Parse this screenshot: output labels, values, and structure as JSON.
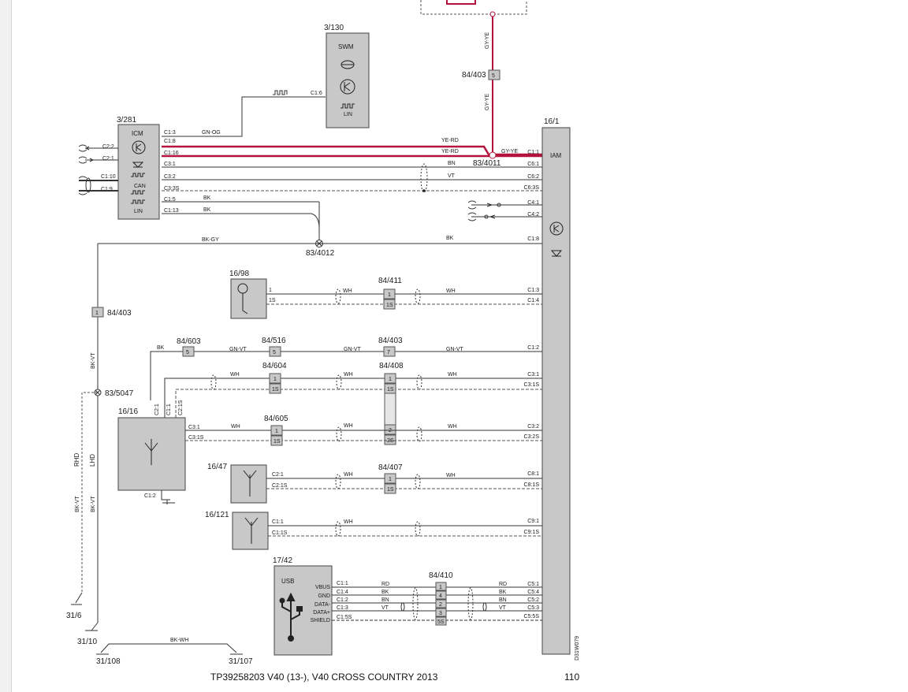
{
  "footer": {
    "doc": "TP39258203 V40 (13-), V40 CROSS COUNTRY 2013",
    "page": "110"
  },
  "drawing_code": "D31W079",
  "components": {
    "swm": {
      "ref": "3/130",
      "name": "SWM",
      "pin": "C1:6",
      "bus": "LIN"
    },
    "icm": {
      "ref": "3/281",
      "name": "ICM",
      "can": "CAN",
      "lin": "LIN",
      "right_pins": [
        "C1:3",
        "C1:8",
        "C1:16",
        "C3:1",
        "C3:2",
        "C3:3S",
        "C1:5",
        "C1:13"
      ],
      "left_pins": [
        "C2:2",
        "C2:1",
        "C1:10",
        "C1:9"
      ]
    },
    "iam": {
      "ref": "16/1",
      "name": "IAM",
      "pins": [
        "C1:1",
        "C6:1",
        "C6:2",
        "C6:3S",
        "C4:1",
        "C4:2",
        "C1:8",
        "C1:3",
        "C1:4",
        "C1:2",
        "C3:1",
        "C3:1S",
        "C3:2",
        "C3:2S",
        "C8:1",
        "C8:1S",
        "C9:1",
        "C9:1S",
        "C5:1",
        "C5:4",
        "C5:2",
        "C5:3",
        "C5:5S"
      ]
    },
    "mic": {
      "ref": "16/98",
      "p1": "1",
      "p1s": "1S"
    },
    "ant1616": {
      "ref": "16/16",
      "pins": [
        "C3:1",
        "C3:1S",
        "C2:1",
        "C1:1",
        "C2:1S",
        "C1:2"
      ]
    },
    "ant1647": {
      "ref": "16/47",
      "pins": [
        "C2:1",
        "C2:1S"
      ]
    },
    "ant16121": {
      "ref": "16/121",
      "pins": [
        "C1:1",
        "C1:1S"
      ]
    },
    "usb": {
      "ref": "17/42",
      "name": "USB",
      "pins": [
        "VBUS",
        "GND",
        "DATA-",
        "DATA+",
        "SHIELD"
      ],
      "cpins": [
        "C1:1",
        "C1:4",
        "C1:2",
        "C1:3",
        "C1:5S"
      ]
    }
  },
  "connectors": {
    "c84403a": {
      "ref": "84/403",
      "pin": "5"
    },
    "c84403b": {
      "ref": "84/403",
      "pin": "1"
    },
    "c84403c": {
      "ref": "84/403",
      "pin": "7"
    },
    "c84411": {
      "ref": "84/411",
      "pins": [
        "1",
        "1S"
      ]
    },
    "c84603": {
      "ref": "84/603",
      "pin": "5"
    },
    "c84516": {
      "ref": "84/516",
      "pin": "5"
    },
    "c84604": {
      "ref": "84/604",
      "pins": [
        "1",
        "1S"
      ]
    },
    "c84408": {
      "ref": "84/408",
      "pins": [
        "1",
        "1S",
        "2",
        "2S"
      ]
    },
    "c84605": {
      "ref": "84/605",
      "pins": [
        "1",
        "1S"
      ]
    },
    "c84407": {
      "ref": "84/407",
      "pins": [
        "1",
        "1S"
      ]
    },
    "c84410": {
      "ref": "84/410",
      "pins": [
        "1",
        "4",
        "2",
        "3",
        "5S"
      ]
    }
  },
  "splices": {
    "s834011": "83/4011",
    "s834012": "83/4012",
    "s835047": "83/5047"
  },
  "grounds": {
    "g316": "31/6",
    "g3110": "31/10",
    "g31108": "31/108",
    "g31107": "31/107"
  },
  "wires": {
    "gnog": "GN-OG",
    "yerd1": "YE-RD",
    "yerd2": "YE-RD",
    "gyye_v1": "GY-YE",
    "gyye_v2": "GY-YE",
    "gyye_h": "GY-YE",
    "bn": "BN",
    "vt": "VT",
    "bk1": "BK",
    "bk2": "BK",
    "bkgy": "BK-GY",
    "bk3": "BK",
    "bkvt1": "BK-VT",
    "bkvt2": "BK-VT",
    "bkvt3": "BK-VT",
    "wh1": "WH",
    "wh2": "WH",
    "bk4": "BK",
    "gnvt1": "GN-VT",
    "gnvt2": "GN-VT",
    "gnvt3": "GN-VT",
    "wh3": "WH",
    "wh4": "WH",
    "wh5": "WH",
    "wh6": "WH",
    "wh7": "WH",
    "wh8": "WH",
    "wh9": "WH",
    "wh10": "WH",
    "wh11": "WH",
    "rhd": "RHD",
    "lhd": "LHD",
    "bkwh": "BK-WH",
    "usb_rd1": "RD",
    "usb_bk1": "BK",
    "usb_bn1": "BN",
    "usb_vt1": "VT",
    "usb_rd2": "RD",
    "usb_bk2": "BK",
    "usb_bn2": "BN",
    "usb_vt2": "VT"
  },
  "colors": {
    "redwire": "#b3123c",
    "module": "#c8c8c8",
    "line": "#333333"
  }
}
